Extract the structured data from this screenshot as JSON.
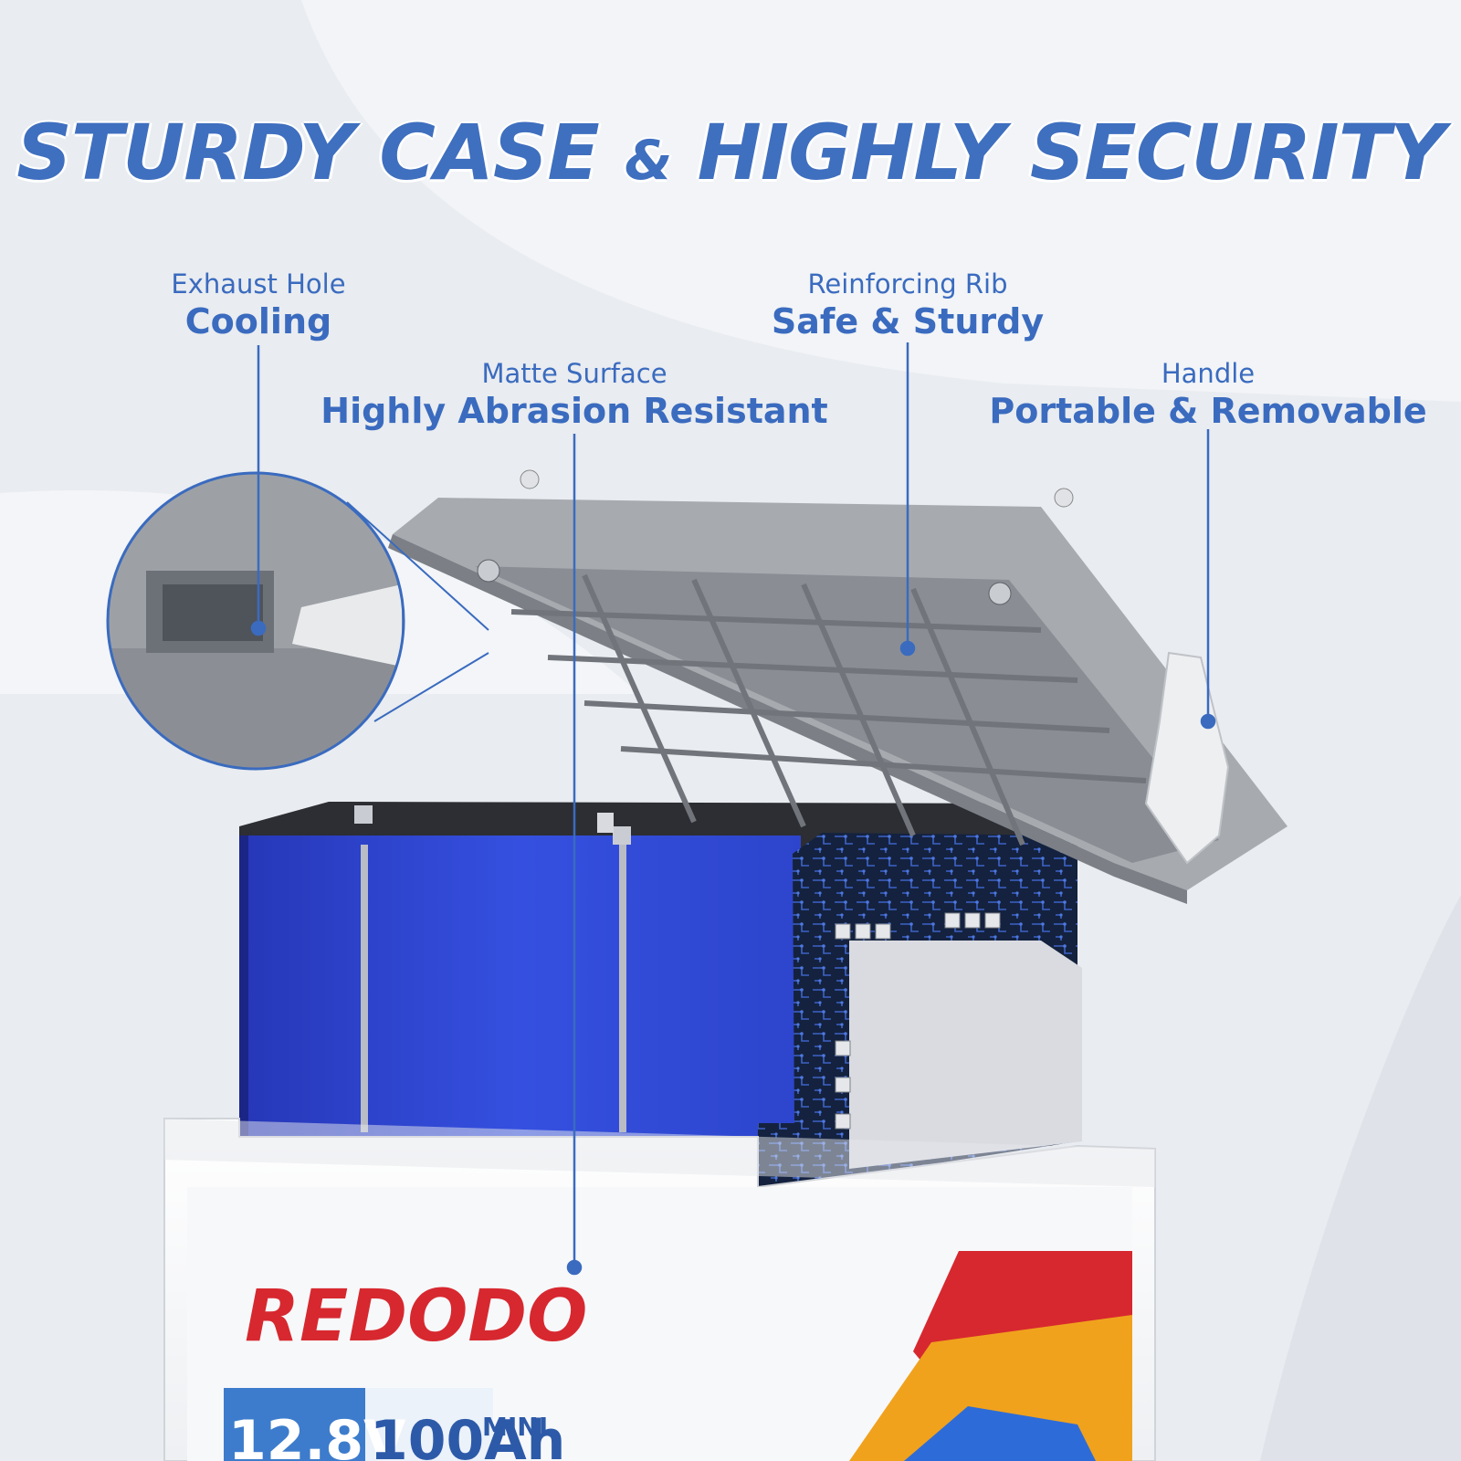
{
  "headline": {
    "part1": "STURDY CASE",
    "amp": "&",
    "part2": "HIGHLY SECURITY"
  },
  "callouts": [
    {
      "id": "exhaust-hole",
      "sub": "Exhaust Hole",
      "main": "Cooling"
    },
    {
      "id": "reinforcing-rib",
      "sub": "Reinforcing Rib",
      "main": "Safe & Sturdy"
    },
    {
      "id": "matte-surface",
      "sub": "Matte Surface",
      "main": "Highly Abrasion Resistant"
    },
    {
      "id": "handle",
      "sub": "Handle",
      "main": "Portable & Removable"
    }
  ],
  "product": {
    "brand_logo": "REDODO",
    "voltage_label": "12.8V",
    "capacity_label": "100Ah",
    "model_tag": "MINI"
  },
  "colors": {
    "accent_blue": "#3a6bbf",
    "lid_gray": "#8f9398",
    "cell_blue": "#2f49d8",
    "case_white": "#f4f5f7",
    "brand_red": "#d7282f",
    "brand_orange": "#f0a21d",
    "brand_green": "#3daa48"
  }
}
